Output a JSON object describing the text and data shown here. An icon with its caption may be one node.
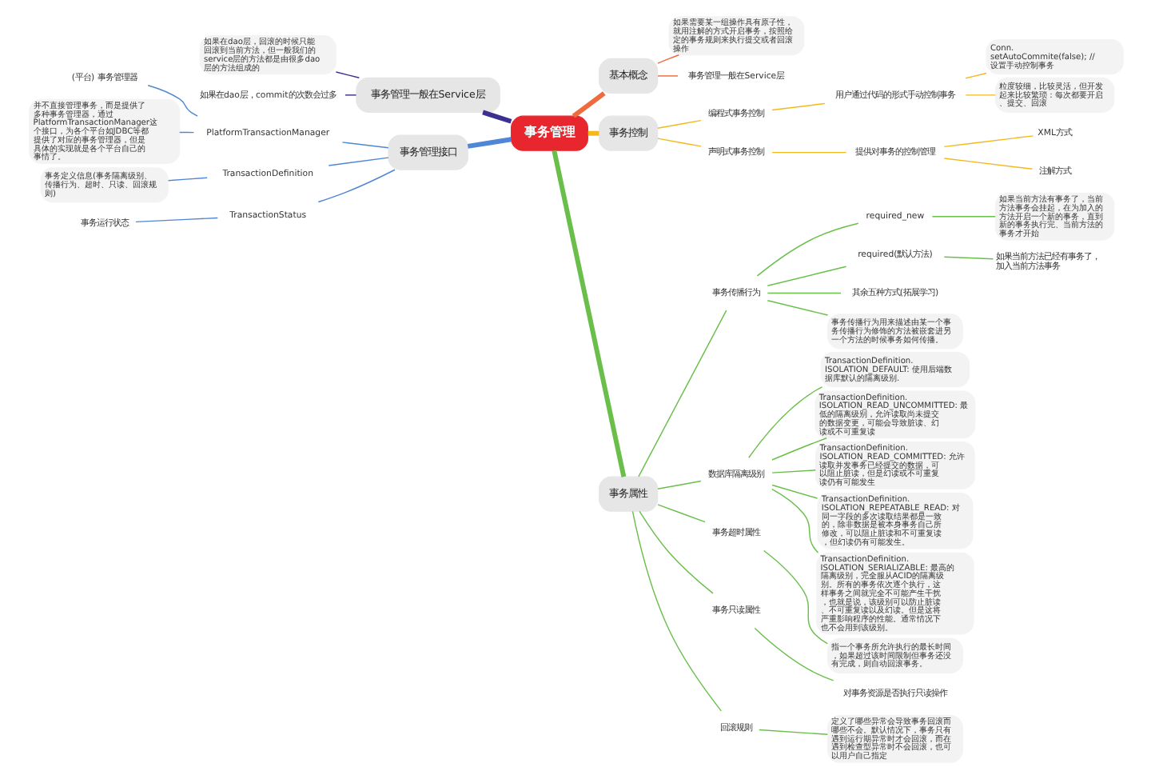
{
  "diagram": {
    "nodes": [
      {
        "text": [
          "事务管理"
        ]
      },
      {
        "text": [
          "基本概念"
        ]
      },
      {
        "text": [
          "如果需要某一组操作具有原子性，就用注解的方式开启事务，按照给定的事务规则来执行提交或者回滚操作"
        ]
      },
      {
        "text": [
          "事务管理一般在Service层"
        ]
      },
      {
        "text": [
          "事务控制"
        ]
      },
      {
        "text": [
          "编程式事务控制"
        ]
      },
      {
        "text": [
          "用户通过代码的形式手动控制事务"
        ]
      },
      {
        "text": [
          "Conn.setAutoCommite(false); // 设置手动控制事务"
        ]
      },
      {
        "text": [
          "粒度较细，比较灵活，但开发起来比较繁琐：每次都要开启、提交、回滚"
        ]
      },
      {
        "text": [
          "声明式事务控制"
        ]
      },
      {
        "text": [
          "提供对事务的控制管理"
        ]
      },
      {
        "text": [
          "XML方式"
        ]
      },
      {
        "text": [
          "注解方式"
        ]
      },
      {
        "text": [
          "事务属性"
        ]
      },
      {
        "text": [
          "事务传播行为"
        ]
      },
      {
        "text": [
          "required_new"
        ]
      },
      {
        "text": [
          "如果当前方法有事务了，当前方法事务会挂起，在为加入的方法开启一个新的事务，直到新的事务执行完、当前方法的事务才开始"
        ]
      },
      {
        "text": [
          "required(默认方法)"
        ]
      },
      {
        "text": [
          "如果当前方法已经有事务了，加入当前方法事务"
        ]
      },
      {
        "text": [
          "其余五种方式(拓展学习)"
        ]
      },
      {
        "text": [
          "事务传播行为用来描述由某一个事务传播行为修饰的方法被嵌套进另一个方法的时候事务如何传播。"
        ]
      },
      {
        "text": [
          "数据库隔离级别"
        ]
      },
      {
        "text": [
          "TransactionDefinition.ISOLATION_DEFAULT: 使用后端数据库默认的隔离级别."
        ]
      },
      {
        "text": [
          "TransactionDefinition.ISOLATION_READ_UNCOMMITTED: 最低的隔离级别，允许读取尚未提交的数据变更，可能会导致脏读、幻读或不可重复读"
        ]
      },
      {
        "text": [
          "TransactionDefinition.ISOLATION_READ_COMMITTED: 允许读取并发事务已经提交的数据，可以阻止脏读，但是幻读或不可重复读仍有可能发生"
        ]
      },
      {
        "text": [
          "TransactionDefinition.ISOLATION_REPEATABLE_READ: 对同一字段的多次读取结果都是一致的，除非数据是被本身事务自己所修改，可以阻止脏读和不可重复读，但幻读仍有可能发生。"
        ]
      },
      {
        "text": [
          "TransactionDefinition.ISOLATION_SERIALIZABLE: 最高的隔离级别，完全服从ACID的隔离级别。所有的事务依次逐个执行，这样事务之间就完全不可能产生干扰，也就是说，该级别可以防止脏读、不可重复读以及幻读。但是这将严重影响程序的性能。通常情况下也不会用到该级别。"
        ]
      },
      {
        "text": [
          "事务超时属性"
        ]
      },
      {
        "text": [
          "指一个事务所允许执行的最长时间，如果超过该时间限制但事务还没有完成，则自动回滚事务。"
        ]
      },
      {
        "text": [
          "事务只读属性"
        ]
      },
      {
        "text": [
          "对事务资源是否执行只读操作"
        ]
      },
      {
        "text": [
          "回滚规则"
        ]
      },
      {
        "text": [
          "定义了哪些异常会导致事务回滚而哪些不会。默认情况下，事务只有遇到运行期异常时才会回滚，而在遇到检查型异常时不会回滚，也可以用户自己指定"
        ]
      },
      {
        "text": [
          "事务管理一般在Service层"
        ]
      },
      {
        "text": [
          "如果在dao层，回滚的时候只能回滚到当前方法，但一般我们的service层的方法都是由很多dao层的方法组成的"
        ]
      },
      {
        "text": [
          "如果在dao层，commit的次数会过多"
        ]
      },
      {
        "text": [
          "事务管理接口"
        ]
      },
      {
        "text": [
          "PlatformTransactionManager"
        ]
      },
      {
        "text": [
          "(平台) 事务管理器"
        ]
      },
      {
        "text": [
          "并不直接管理事务，而是提供了多种事务管理器，通过PlatformTransactionManager这个接口，为各个平台如JDBC等都提供了对应的事务管理器，但是具体的实现就是各个平台自己的事情了。"
        ]
      },
      {
        "text": [
          "TransactionDefinition"
        ]
      },
      {
        "text": [
          "事务定义信息(事务隔离级别、传播行为、超时、只读、回滚规则)"
        ]
      },
      {
        "text": [
          "TransactionStatus"
        ]
      },
      {
        "text": [
          "事务运行状态"
        ]
      }
    ],
    "edges": [
      {
        "from": 0,
        "to": 1,
        "arrow": "none",
        "style": "thick",
        "color": "#ef6a3c"
      },
      {
        "from": 1,
        "to": 2,
        "arrow": "none",
        "color": "#ef6a3c"
      },
      {
        "from": 1,
        "to": 3,
        "arrow": "none",
        "color": "#ef6a3c"
      },
      {
        "from": 0,
        "to": 4,
        "arrow": "none",
        "style": "thick",
        "color": "#f3b81c"
      },
      {
        "from": 4,
        "to": 5,
        "arrow": "none",
        "color": "#f3b81c"
      },
      {
        "from": 5,
        "to": 6,
        "arrow": "none",
        "color": "#f3b81c"
      },
      {
        "from": 6,
        "to": 7,
        "arrow": "none",
        "color": "#f3b81c"
      },
      {
        "from": 6,
        "to": 8,
        "arrow": "none",
        "color": "#f3b81c"
      },
      {
        "from": 4,
        "to": 9,
        "arrow": "none",
        "color": "#f3b81c"
      },
      {
        "from": 9,
        "to": 10,
        "arrow": "none",
        "color": "#f3b81c"
      },
      {
        "from": 10,
        "to": 11,
        "arrow": "none",
        "color": "#f3b81c"
      },
      {
        "from": 10,
        "to": 12,
        "arrow": "none",
        "color": "#f3b81c"
      },
      {
        "from": 0,
        "to": 13,
        "arrow": "none",
        "style": "thick"
      },
      {
        "from": 13,
        "to": 14,
        "arrow": "none"
      },
      {
        "from": 14,
        "to": 15,
        "arrow": "none"
      },
      {
        "from": 15,
        "to": 16,
        "arrow": "none"
      },
      {
        "from": 14,
        "to": 17,
        "arrow": "none"
      },
      {
        "from": 17,
        "to": 18,
        "arrow": "none"
      },
      {
        "from": 14,
        "to": 19,
        "arrow": "none"
      },
      {
        "from": 14,
        "to": 20,
        "arrow": "none"
      },
      {
        "from": 13,
        "to": 21,
        "arrow": "none"
      },
      {
        "from": 21,
        "to": 22,
        "arrow": "none"
      },
      {
        "from": 21,
        "to": 23,
        "arrow": "none"
      },
      {
        "from": 21,
        "to": 24,
        "arrow": "none"
      },
      {
        "from": 21,
        "to": 25,
        "arrow": "none"
      },
      {
        "from": 21,
        "to": 26,
        "arrow": "none"
      },
      {
        "from": 13,
        "to": 27,
        "arrow": "none"
      },
      {
        "from": 27,
        "to": 28,
        "arrow": "none"
      },
      {
        "from": 13,
        "to": 29,
        "arrow": "none"
      },
      {
        "from": 29,
        "to": 30,
        "arrow": "none"
      },
      {
        "from": 13,
        "to": 31,
        "arrow": "none"
      },
      {
        "from": 31,
        "to": 32,
        "arrow": "none"
      },
      {
        "from": 33,
        "to": 0,
        "arrow": "none",
        "style": "thick",
        "color": "#3b2f8f"
      },
      {
        "from": 34,
        "to": 33,
        "arrow": "none",
        "color": "#3b2f8f"
      },
      {
        "from": 35,
        "to": 33,
        "arrow": "none",
        "color": "#3b2f8f"
      },
      {
        "from": 36,
        "to": 0,
        "arrow": "none",
        "style": "thick",
        "color": "#4f86d6"
      },
      {
        "from": 37,
        "to": 36,
        "arrow": "none",
        "color": "#4f86d6"
      },
      {
        "from": 38,
        "to": 37,
        "arrow": "none",
        "color": "#4f86d6"
      },
      {
        "from": 39,
        "to": 37,
        "arrow": "none",
        "color": "#4f86d6"
      },
      {
        "from": 40,
        "to": 36,
        "arrow": "none",
        "color": "#4f86d6"
      },
      {
        "from": 41,
        "to": 40,
        "arrow": "none",
        "color": "#4f86d6"
      },
      {
        "from": 42,
        "to": 36,
        "arrow": "none",
        "color": "#4f86d6"
      },
      {
        "from": 43,
        "to": 42,
        "arrow": "none",
        "color": "#4f86d6"
      }
    ]
  }
}
